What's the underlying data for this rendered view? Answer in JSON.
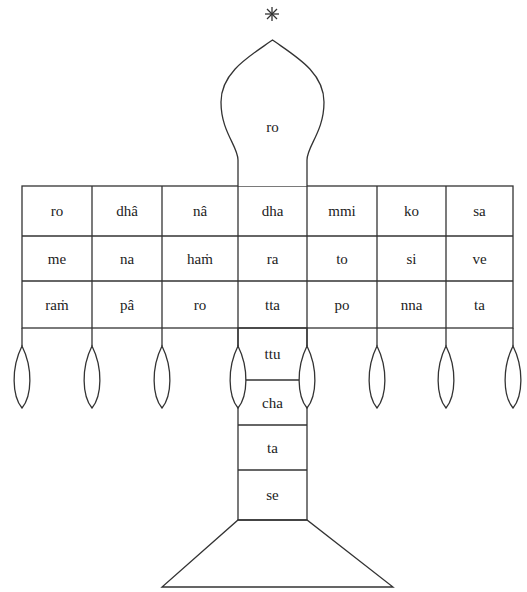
{
  "diagram": {
    "nodes": [
      {
        "text": [
          "ro"
        ]
      }
    ],
    "labels": [
      "ro",
      "dhâ",
      "nâ",
      "dha",
      "mmi",
      "ko",
      "sa",
      "me",
      "na",
      "haṁ",
      "ra",
      "to",
      "si",
      "ve",
      "raṁ",
      "pâ",
      "ro",
      "tta",
      "po",
      "nna",
      "ta",
      "ttu",
      "cha",
      "ta",
      "se"
    ]
  }
}
